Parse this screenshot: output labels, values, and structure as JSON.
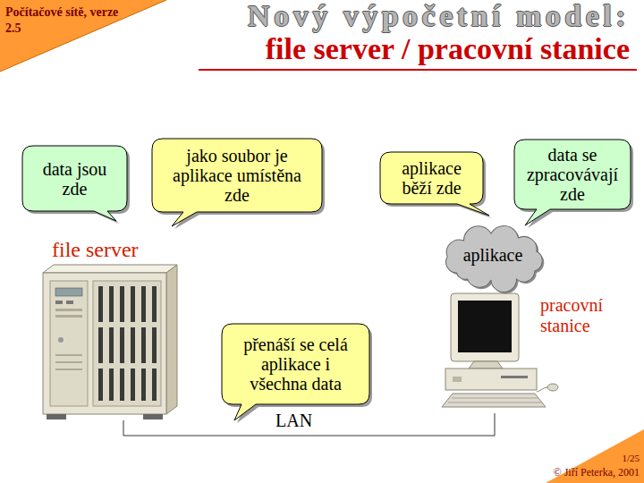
{
  "diagram": {
    "title": "Nový výpočetní model: file server / pracovní stanice",
    "nodes": [
      {
        "text": [
          "Počítačové sítě, verze 2.5"
        ]
      },
      {
        "text": [
          "data jsou zde"
        ]
      },
      {
        "text": [
          "jako soubor je aplikace umístěna zde"
        ]
      },
      {
        "text": [
          "aplikace běží zde"
        ]
      },
      {
        "text": [
          "data se zpracovávají zde"
        ]
      },
      {
        "text": [
          "aplikace"
        ]
      },
      {
        "text": [
          "přenáší se celá aplikace i všechna data"
        ]
      },
      {
        "text": [
          "1/25",
          "© Jiří Peterka, 2001"
        ]
      }
    ],
    "labels": [
      "file server",
      "pracovní stanice",
      "LAN"
    ]
  }
}
